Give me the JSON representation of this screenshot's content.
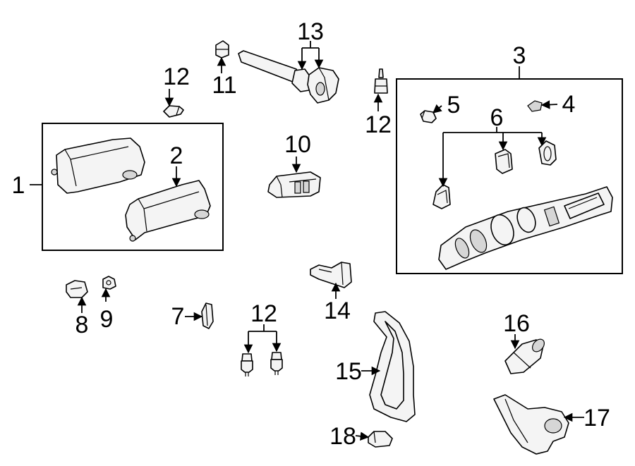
{
  "callouts": {
    "c1": "1",
    "c2": "2",
    "c3": "3",
    "c4": "4",
    "c5": "5",
    "c6": "6",
    "c7": "7",
    "c8": "8",
    "c9": "9",
    "c10": "10",
    "c11": "11",
    "c12a": "12",
    "c12b": "12",
    "c12c": "12",
    "c13": "13",
    "c14": "14",
    "c15": "15",
    "c16": "16",
    "c17": "17",
    "c18": "18"
  }
}
